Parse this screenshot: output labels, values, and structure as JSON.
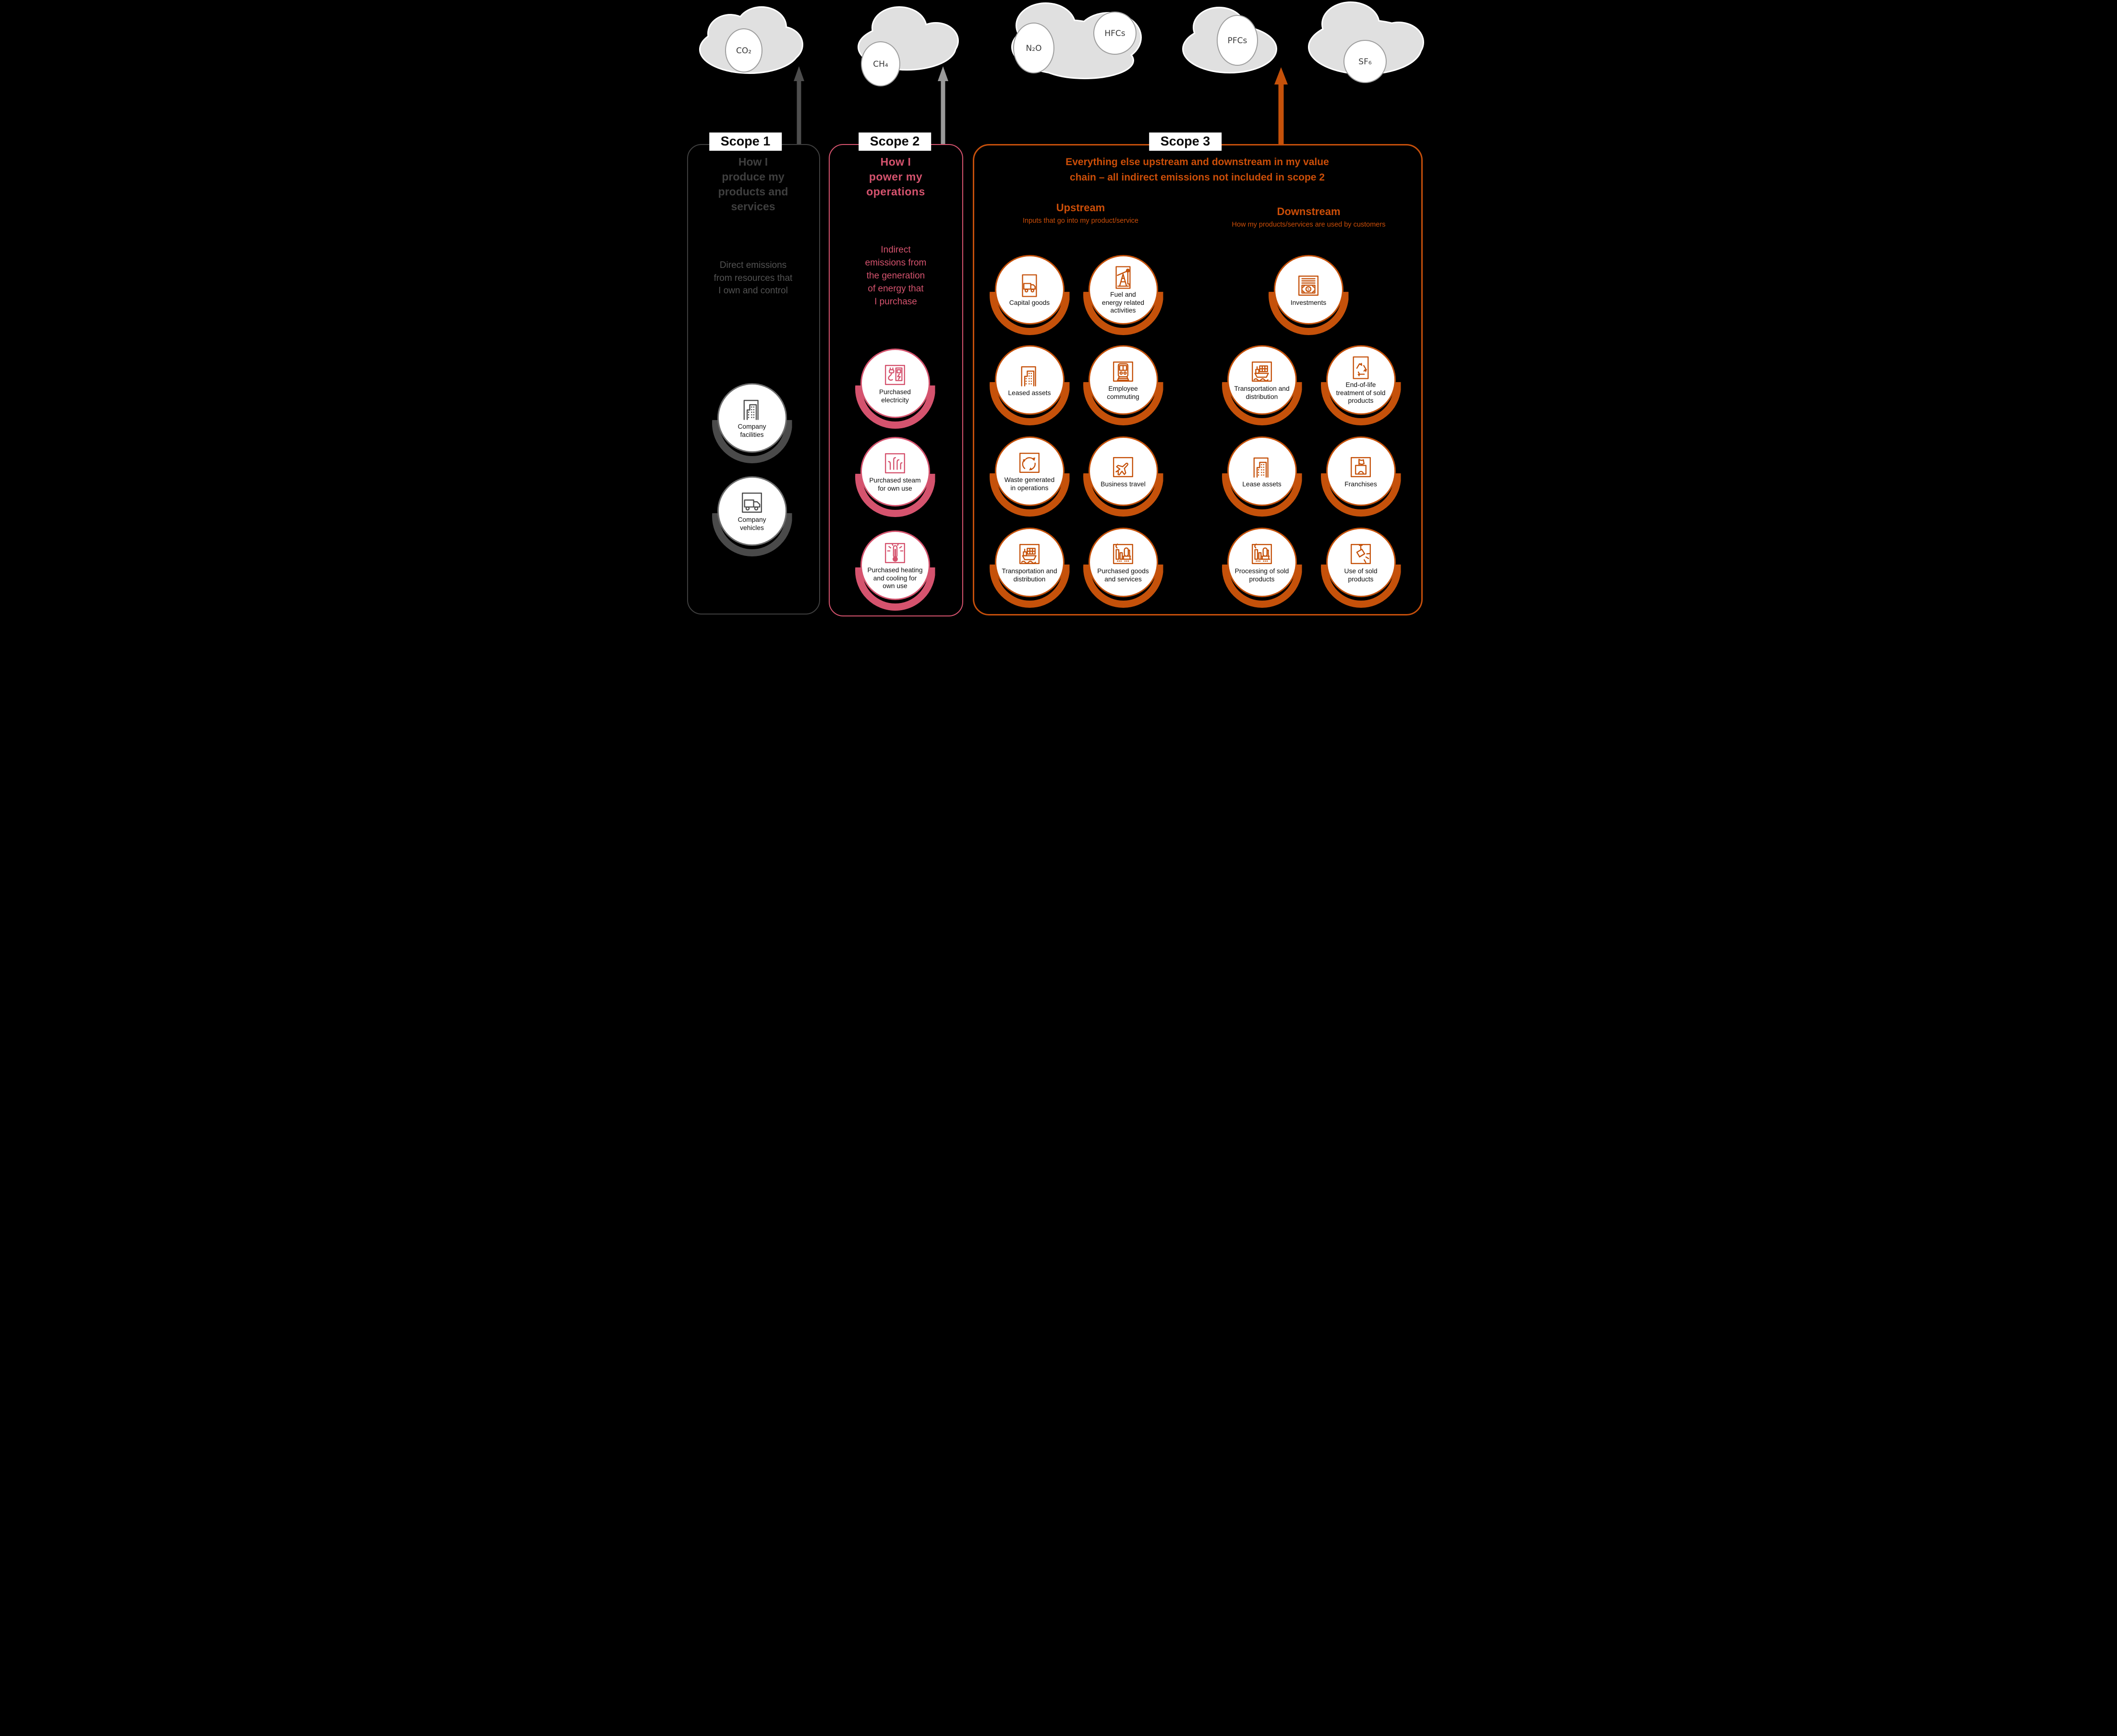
{
  "title": "Greenhouse gas emission scopes diagram",
  "clouds": [
    {
      "icon": "cloud-icon",
      "label": "CO₂"
    },
    {
      "icon": "cloud-icon",
      "label": "CH₄"
    },
    {
      "icon": "cloud-icon",
      "label": "N₂O"
    },
    {
      "icon": "cloud-icon",
      "label": "HFCs"
    },
    {
      "icon": "cloud-icon",
      "label": "PFCs"
    },
    {
      "icon": "cloud-icon",
      "label": "SF₆"
    }
  ],
  "scope1": {
    "header": "Scope 1",
    "heading": "How I\nproduce my\nproducts and\nservices",
    "body": "Direct emissions\nfrom resources that\nI own and control",
    "items": [
      {
        "icon": "building-icon",
        "label": "Company\nfacilities"
      },
      {
        "icon": "truck-icon",
        "label": "Company\nvehicles"
      }
    ]
  },
  "scope2": {
    "header": "Scope 2",
    "heading": "How I\npower my\noperations",
    "body": "Indirect\nemissions from\nthe generation\nof energy that\nI purchase",
    "items": [
      {
        "icon": "ev-charger-icon",
        "label": "Purchased\nelectricity"
      },
      {
        "icon": "steam-icon",
        "label": "Purchased steam\nfor own use"
      },
      {
        "icon": "thermometer-icon",
        "label": "Purchased heating\nand cooling for\nown use"
      }
    ]
  },
  "scope3": {
    "header": "Scope 3",
    "title": "Everything else upstream and downstream in my value\nchain – all indirect emissions not included in scope 2",
    "upstream": {
      "heading": "Upstream",
      "subtitle": "Inputs that go into my product/service",
      "items": [
        {
          "icon": "truck-icon",
          "label": "Capital goods"
        },
        {
          "icon": "pumpjack-icon",
          "label": "Fuel and\nenergy related\nactivities"
        },
        {
          "icon": "building-icon",
          "label": "Leased assets"
        },
        {
          "icon": "train-icon",
          "label": "Employee\ncommuting"
        },
        {
          "icon": "recycle-arrows-icon",
          "label": "Waste generated\nin operations"
        },
        {
          "icon": "plane-icon",
          "label": "Business travel"
        },
        {
          "icon": "ship-icon",
          "label": "Transportation and\ndistribution"
        },
        {
          "icon": "factory-icon",
          "label": "Purchased goods\nand services"
        }
      ]
    },
    "downstream": {
      "heading": "Downstream",
      "subtitle": "How my products/services are used by customers",
      "items": [
        {
          "icon": "banknote-icon",
          "label": "Investments"
        },
        {
          "icon": "ship-icon",
          "label": "Transportation and\ndistribution"
        },
        {
          "icon": "recycle-icon",
          "label": "End-of-life\ntreatment of sold\nproducts"
        },
        {
          "icon": "building-icon",
          "label": "Lease assets"
        },
        {
          "icon": "storefront-icon",
          "label": "Franchises"
        },
        {
          "icon": "factory-icon",
          "label": "Processing of sold\nproducts"
        },
        {
          "icon": "spotlight-icon",
          "label": "Use of sold\nproducts"
        }
      ]
    }
  },
  "colors": {
    "background": "#000000",
    "scope1_accent": "#4A4A4A",
    "scope2_accent": "#D5536E",
    "scope3_accent": "#C5510A",
    "cloud_fill": "#E0E0E0",
    "cloud_outline": "#FFFFFF",
    "arrow_scope1": "#4D4D4D",
    "arrow_scope2": "#9A9A9A",
    "arrow_scope3": "#C5510A",
    "header_text": "#0A0A0A",
    "badge_label_text": "#0D0D0D"
  }
}
